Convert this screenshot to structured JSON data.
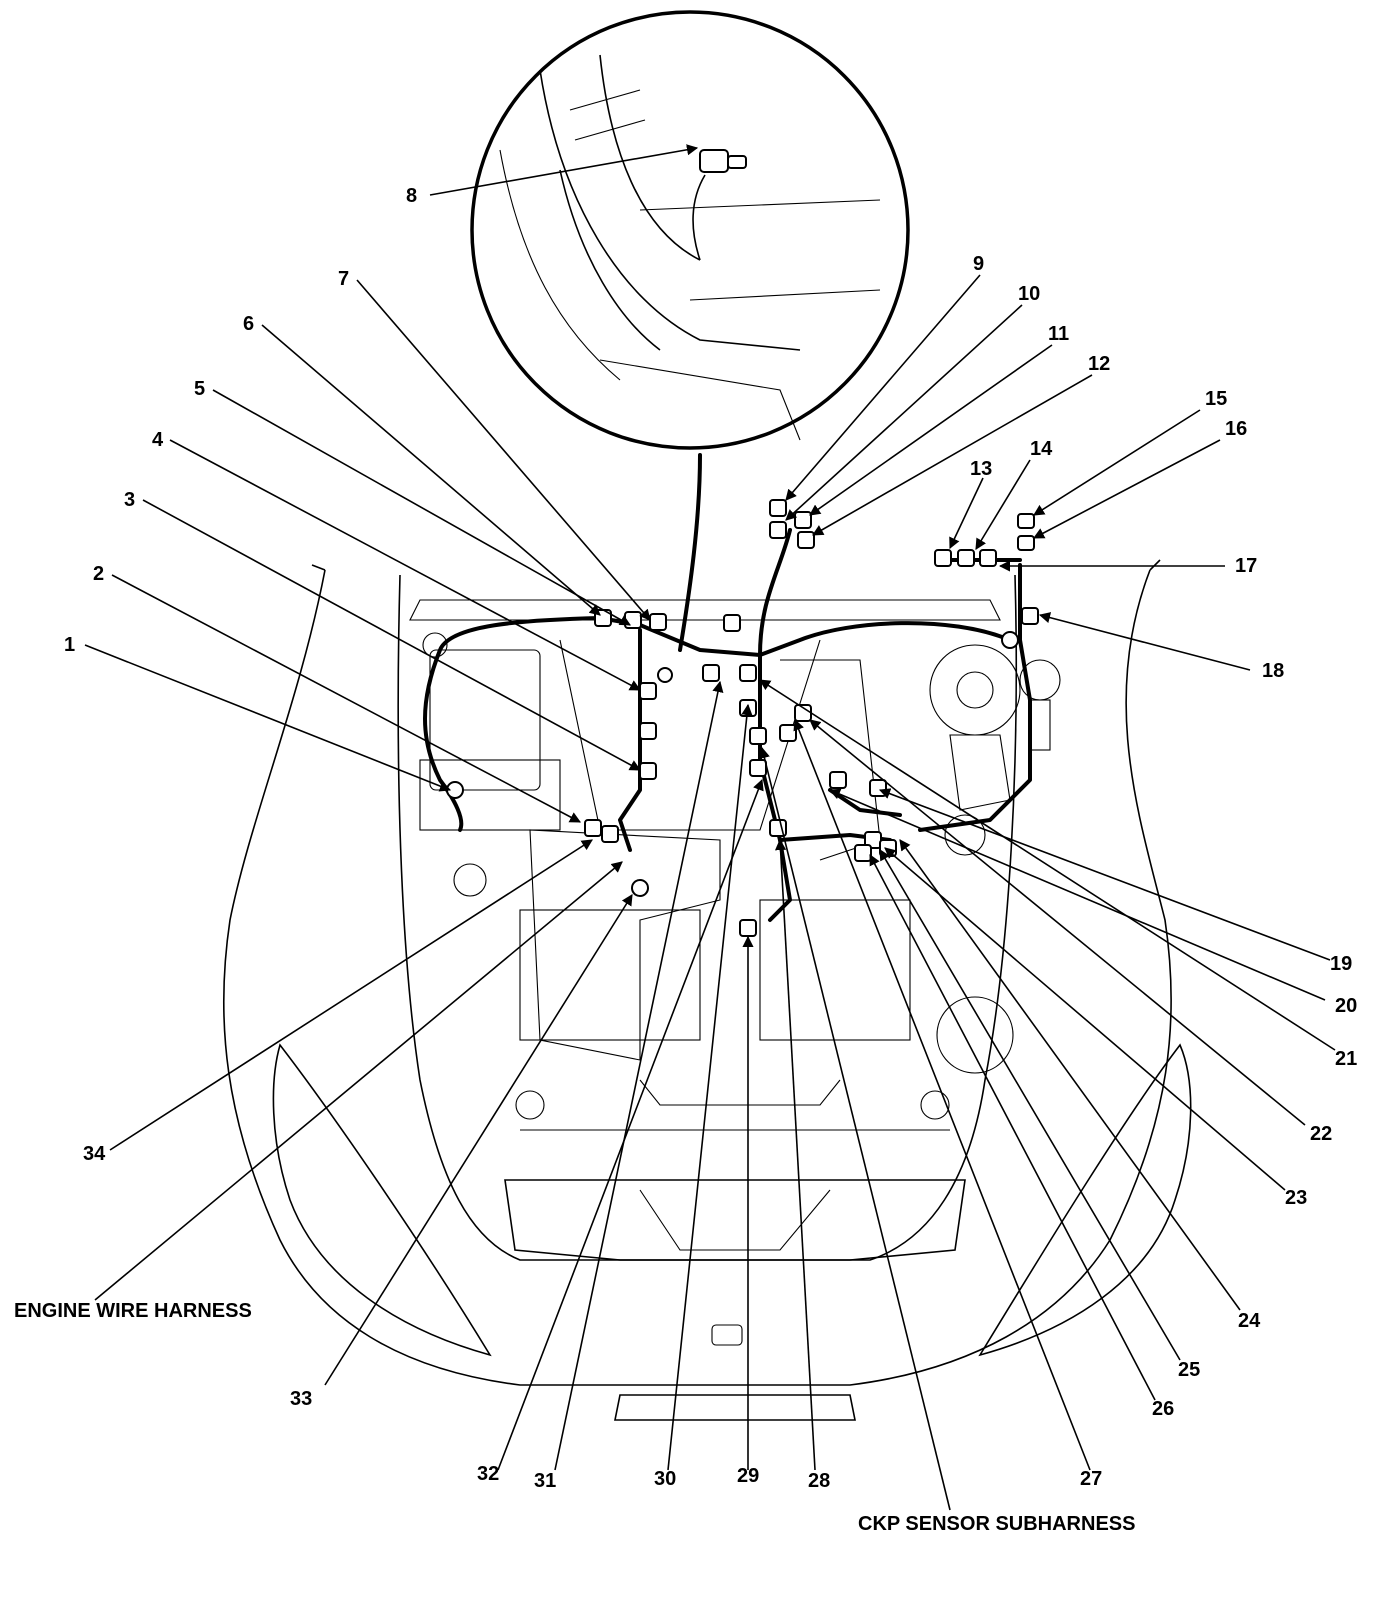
{
  "callouts": [
    "1",
    "2",
    "3",
    "4",
    "5",
    "6",
    "7",
    "8",
    "9",
    "10",
    "11",
    "12",
    "13",
    "14",
    "15",
    "16",
    "17",
    "18",
    "19",
    "20",
    "21",
    "22",
    "23",
    "24",
    "25",
    "26",
    "27",
    "28",
    "29",
    "30",
    "31",
    "32",
    "33",
    "34"
  ],
  "captions": {
    "engine_wire_harness": "ENGINE WIRE HARNESS",
    "ckp_sensor_subharness": "CKP SENSOR SUBHARNESS"
  }
}
